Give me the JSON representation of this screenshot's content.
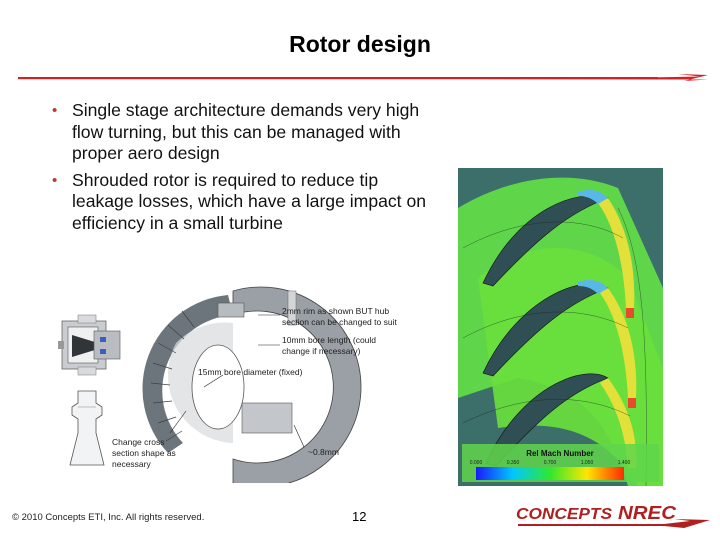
{
  "slide": {
    "title": "Rotor design",
    "bullets": [
      "Single stage architecture demands very high flow turning, but this can be managed with proper aero design",
      "Shrouded rotor is required to reduce tip leakage losses, which have a large impact on efficiency in a small turbine"
    ],
    "bullet_color": "#c0392b",
    "rule_color": "#d42020"
  },
  "rotor_figure": {
    "annotations": {
      "rim": [
        "2mm rim as shown BUT hub",
        "section can be changed to suit"
      ],
      "bore_length": [
        "10mm bore length (could",
        "change if necessary)"
      ],
      "bore_diameter": "15mm bore diameter (fixed)",
      "cross_section": [
        "Change cross",
        "section shape as",
        "necessary"
      ],
      "gap": "~0.8mm"
    }
  },
  "cfd_figure": {
    "colorbar_title": "Rel Mach Number",
    "colorbar_ticks": [
      "0.000",
      "0.350",
      "0.700",
      "1.050",
      "1.400"
    ]
  },
  "footer": {
    "copyright": "© 2010 Concepts ETI, Inc. All rights reserved.",
    "page_number": "12",
    "logo_word1": "CONCEPTS",
    "logo_word2": "NREC"
  }
}
